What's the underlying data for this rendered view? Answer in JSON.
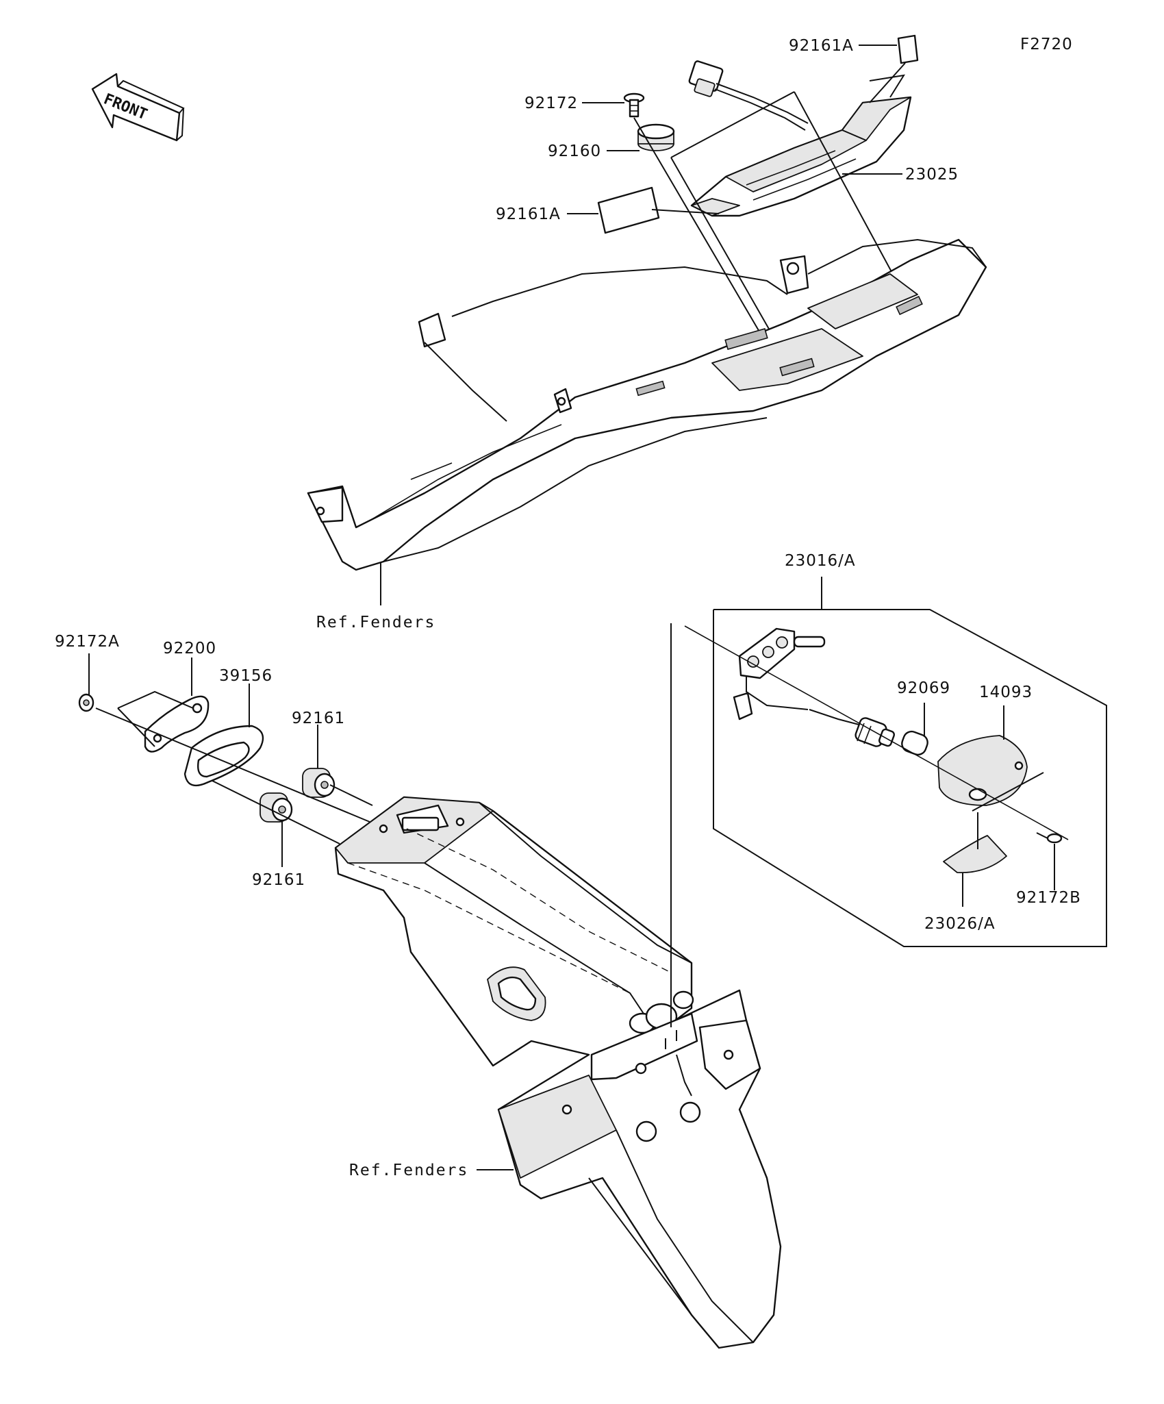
{
  "figure_code": "F2720",
  "front_label": "FRONT",
  "labels": {
    "p92161A_top": "92161A",
    "p92172": "92172",
    "p92160": "92160",
    "p23025": "23025",
    "p92161A_mid": "92161A",
    "ref_fenders_upper": "Ref.Fenders",
    "p23016A": "23016/A",
    "p92172A": "92172A",
    "p92200": "92200",
    "p39156": "39156",
    "p92161_upper": "92161",
    "p92161_lower": "92161",
    "p92069": "92069",
    "p14093": "14093",
    "p92172B": "92172B",
    "p23026A": "23026/A",
    "ref_fenders_lower": "Ref.Fenders"
  },
  "colors": {
    "line": "#111111",
    "shade": "#e6e6e6",
    "dark": "#bdbdbd",
    "background": "#ffffff"
  }
}
